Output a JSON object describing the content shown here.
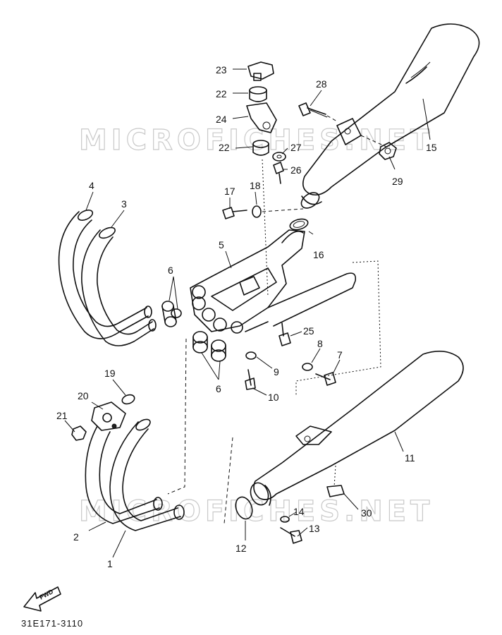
{
  "diagram": {
    "reference_code": "31E171-3110",
    "direction_label": "FWD",
    "watermark": "MICROFICHES.NET",
    "callouts": [
      {
        "id": "c23",
        "label": "23"
      },
      {
        "id": "c28",
        "label": "28"
      },
      {
        "id": "c22a",
        "label": "22"
      },
      {
        "id": "c24",
        "label": "24"
      },
      {
        "id": "c22b",
        "label": "22"
      },
      {
        "id": "c27",
        "label": "27"
      },
      {
        "id": "c26",
        "label": "26"
      },
      {
        "id": "c15",
        "label": "15"
      },
      {
        "id": "c29",
        "label": "29"
      },
      {
        "id": "c4",
        "label": "4"
      },
      {
        "id": "c3",
        "label": "3"
      },
      {
        "id": "c17",
        "label": "17"
      },
      {
        "id": "c18",
        "label": "18"
      },
      {
        "id": "c5",
        "label": "5"
      },
      {
        "id": "c16",
        "label": "16"
      },
      {
        "id": "c6a",
        "label": "6"
      },
      {
        "id": "c25",
        "label": "25"
      },
      {
        "id": "c8",
        "label": "8"
      },
      {
        "id": "c7",
        "label": "7"
      },
      {
        "id": "c9",
        "label": "9"
      },
      {
        "id": "c6b",
        "label": "6"
      },
      {
        "id": "c10",
        "label": "10"
      },
      {
        "id": "c19",
        "label": "19"
      },
      {
        "id": "c20",
        "label": "20"
      },
      {
        "id": "c21",
        "label": "21"
      },
      {
        "id": "c11",
        "label": "11"
      },
      {
        "id": "c14",
        "label": "14"
      },
      {
        "id": "c30",
        "label": "30"
      },
      {
        "id": "c2",
        "label": "2"
      },
      {
        "id": "c13",
        "label": "13"
      },
      {
        "id": "c12",
        "label": "12"
      },
      {
        "id": "c1",
        "label": "1"
      }
    ]
  }
}
